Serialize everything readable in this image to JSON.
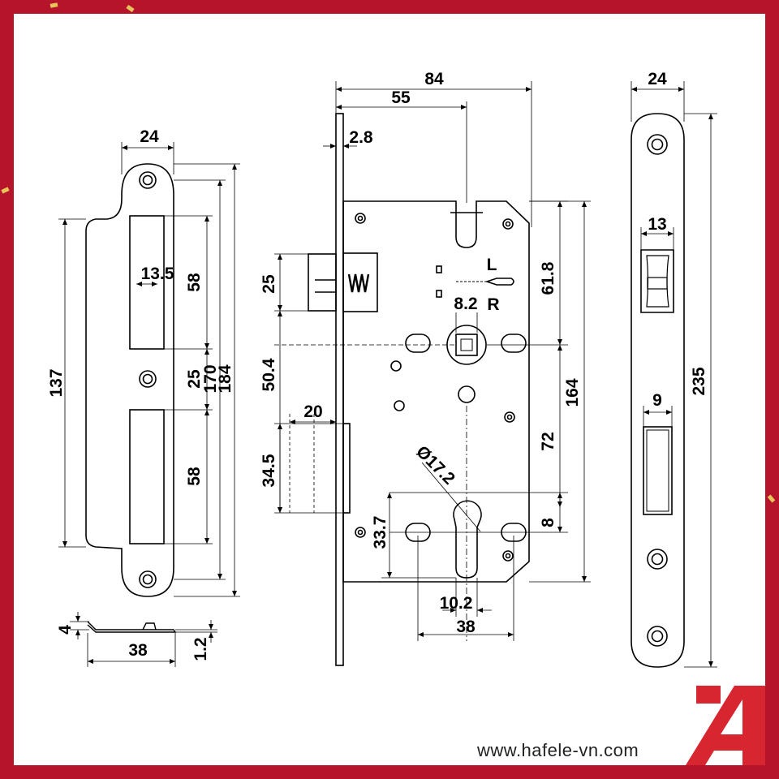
{
  "website": "www.hafele-vn.com",
  "colors": {
    "frame": "#b5142b",
    "paper": "#ffffff",
    "line": "#000000",
    "logo": "#d7262f",
    "confetti": "#e8c35a"
  },
  "logo": {
    "name": "hafele-logo-icon"
  },
  "strike_plate": {
    "width": "24",
    "slot_width": "13.5",
    "upper_slot": "58",
    "gap": "25",
    "lower_slot": "58",
    "inner_length": "170",
    "overall_length": "184",
    "lip_length": "137",
    "side_depth": "38",
    "side_offset": "4",
    "thickness": "1.2"
  },
  "lock_body": {
    "overall_depth": "84",
    "backset": "55",
    "faceplate_thickness": "2.8",
    "latch_height": "25",
    "latch_to_spindle": "50.4",
    "bolt_throw": "20",
    "deadbolt_height": "34.5",
    "direction_left": "L",
    "direction_right": "R",
    "spindle_size": "8.2",
    "top_to_spindle": "61.8",
    "case_height": "164",
    "center_distance": "72",
    "cylinder_diameter": "Ø17.2",
    "cylinder_offset": "8",
    "cylinder_bottom": "33.7",
    "cylinder_width": "10.2",
    "hole_spacing": "38"
  },
  "faceplate": {
    "width": "24",
    "latch_opening": "13",
    "bolt_opening": "9",
    "length": "235"
  }
}
